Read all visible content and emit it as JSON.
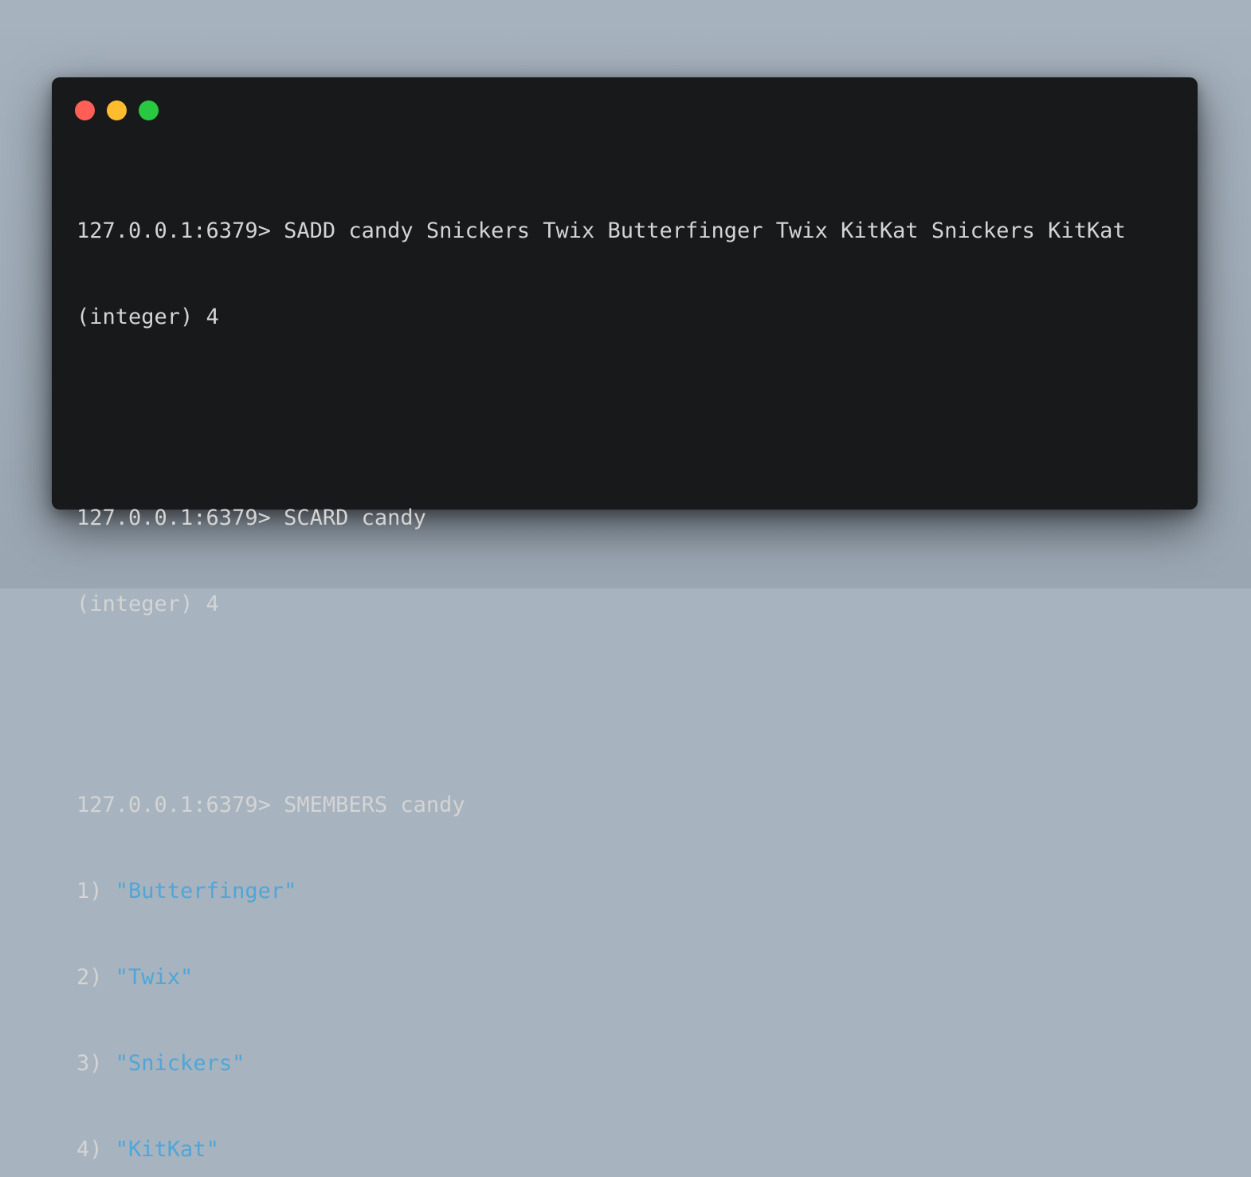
{
  "window": {
    "controls": [
      {
        "name": "close",
        "color": "#ff5f57"
      },
      {
        "name": "minimize",
        "color": "#febc2e"
      },
      {
        "name": "maximize",
        "color": "#28c840"
      }
    ]
  },
  "terminal": {
    "prompt": "127.0.0.1:6379> ",
    "blocks": [
      {
        "command": "SADD candy Snickers Twix Butterfinger Twix KitKat Snickers KitKat",
        "output": "(integer) 4"
      },
      {
        "command": "SCARD candy",
        "output": "(integer) 4"
      },
      {
        "command": "SMEMBERS candy",
        "members": [
          {
            "index": "1) ",
            "value": "\"Butterfinger\""
          },
          {
            "index": "2) ",
            "value": "\"Twix\""
          },
          {
            "index": "3) ",
            "value": "\"Snickers\""
          },
          {
            "index": "4) ",
            "value": "\"KitKat\""
          }
        ]
      }
    ]
  },
  "colors": {
    "background": "#a7b3bf",
    "window": "#18191b",
    "text": "#d4d4d4",
    "string": "#4fa6d8"
  }
}
